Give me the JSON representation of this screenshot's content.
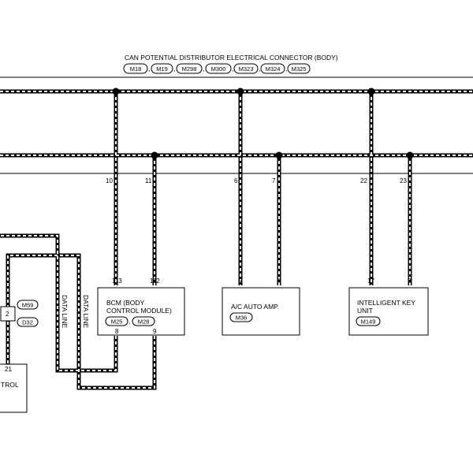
{
  "title": "CAN POTENTIAL DISTRIBUTOR ELECTRICAL CONNECTOR (BODY)",
  "title_connectors": [
    "M18",
    "M19",
    "M298",
    "M300",
    "M323",
    "M324",
    "M325"
  ],
  "distributor_pins": [
    "10",
    "11",
    "6",
    "7",
    "22",
    "23"
  ],
  "wire_labels": [
    "DATA LINE",
    "DATA LINE"
  ],
  "modules": [
    {
      "name_lines": [
        "BCM (BODY",
        "CONTROL MODULE)"
      ],
      "pins_top": [
        "113",
        "112"
      ],
      "pins_bottom": [
        "8",
        "9"
      ],
      "connectors": [
        "M25",
        "M28"
      ]
    },
    {
      "name_lines": [
        "A/C AUTO AMP."
      ],
      "pins_top": [
        "5",
        "4"
      ],
      "connectors": [
        "M36"
      ]
    },
    {
      "name_lines": [
        "INTELLIGENT KEY",
        "UNIT"
      ],
      "pins_top": [
        "17",
        "3"
      ],
      "connectors": [
        "M149"
      ]
    },
    {
      "name_lines": [
        "TROL"
      ],
      "pins_top": [
        "21"
      ]
    }
  ],
  "left_joint": {
    "pin": "2",
    "connectors": [
      "M59",
      "D32"
    ]
  },
  "colors": {
    "wire": "#000000",
    "stripe": "#ffffff",
    "line": "#000000"
  }
}
